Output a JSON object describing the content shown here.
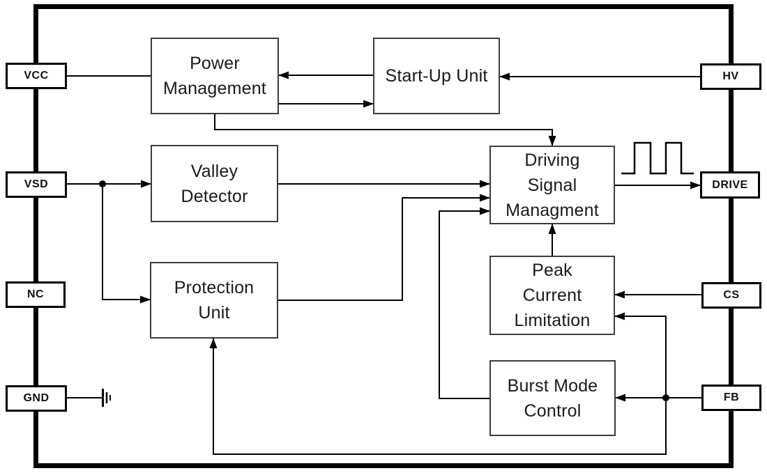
{
  "pins": [
    {
      "id": "vcc",
      "label": "VCC",
      "side": "left"
    },
    {
      "id": "vsd",
      "label": "VSD",
      "side": "left"
    },
    {
      "id": "nc",
      "label": "NC",
      "side": "left"
    },
    {
      "id": "gnd",
      "label": "GND",
      "side": "left"
    },
    {
      "id": "hv",
      "label": "HV",
      "side": "right"
    },
    {
      "id": "drive",
      "label": "DRIVE",
      "side": "right"
    },
    {
      "id": "cs",
      "label": "CS",
      "side": "right"
    },
    {
      "id": "fb",
      "label": "FB",
      "side": "right"
    }
  ],
  "blocks": [
    {
      "id": "power-management",
      "lines": [
        "Power",
        "Management"
      ]
    },
    {
      "id": "start-up-unit",
      "lines": [
        "Start-Up Unit"
      ]
    },
    {
      "id": "valley-detector",
      "lines": [
        "Valley",
        "Detector"
      ]
    },
    {
      "id": "protection-unit",
      "lines": [
        "Protection",
        "Unit"
      ]
    },
    {
      "id": "driving-signal-managment",
      "lines": [
        "Driving",
        "Signal",
        "Managment"
      ]
    },
    {
      "id": "peak-current-limitation",
      "lines": [
        "Peak",
        "Current",
        "Limitation"
      ]
    },
    {
      "id": "burst-mode-control",
      "lines": [
        "Burst Mode",
        "Control"
      ]
    }
  ],
  "icons": {
    "square_wave": "drive-output-waveform",
    "ground": "earth-ground"
  },
  "colors": {
    "line": "#000000",
    "block_border": "#3c3c3c",
    "background": "#ffffff"
  }
}
